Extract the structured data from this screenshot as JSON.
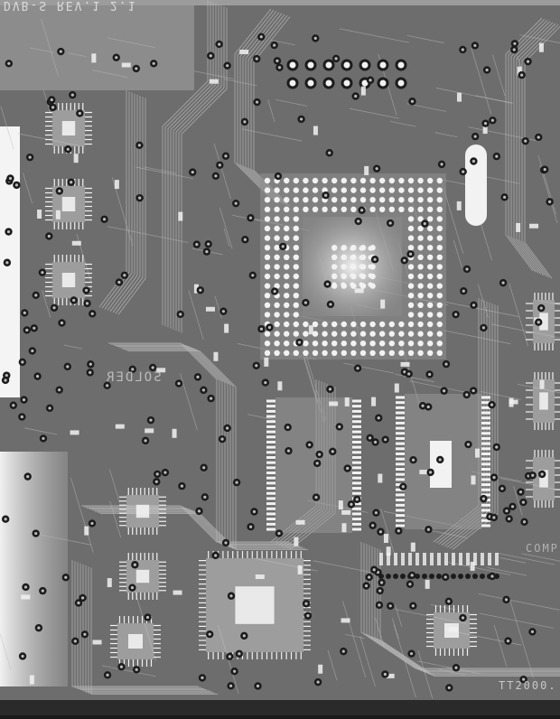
{
  "image": {
    "kind": "pcb-xray",
    "palette": {
      "background": "#6c6c6c",
      "board_dark": "#4a4a4a",
      "trace": "#b9b9b9",
      "pad": "#f2f2f2",
      "via_ring": "#1c1c1c",
      "chip_glow": "#d8d8d8"
    }
  },
  "silkscreen": {
    "top_label": "DVB-S REV.1 2.1",
    "solder_label": "SOLDER",
    "comp_label": "COMP",
    "model_label": "TT2000."
  }
}
